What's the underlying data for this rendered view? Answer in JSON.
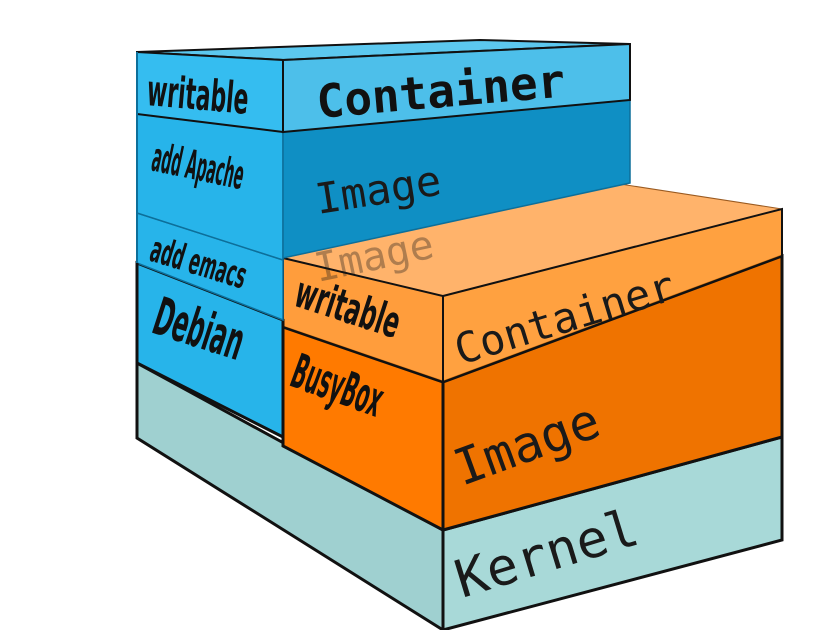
{
  "diagram": {
    "left_stack": {
      "writable_label": "writable",
      "container_label": "Container",
      "add_apache_label": "add Apache",
      "image_label": "Image",
      "add_emacs_label": "add emacs",
      "debian_label": "Debian",
      "ghost_image_label": "Image"
    },
    "right_stack": {
      "writable_label": "writable",
      "container_label": "Container",
      "busybox_label": "BusyBox",
      "image_label": "Image"
    },
    "base": {
      "kernel_label": "Kernel"
    },
    "colors": {
      "blue_layer": "#27b4ea",
      "blue_side": "#0f8fc4",
      "orange_layer": "#ff7a00",
      "orange_side": "#e06a00",
      "kernel": "#9fd0d0",
      "kernel_side": "#a9d9d8",
      "outline": "#111111"
    }
  }
}
